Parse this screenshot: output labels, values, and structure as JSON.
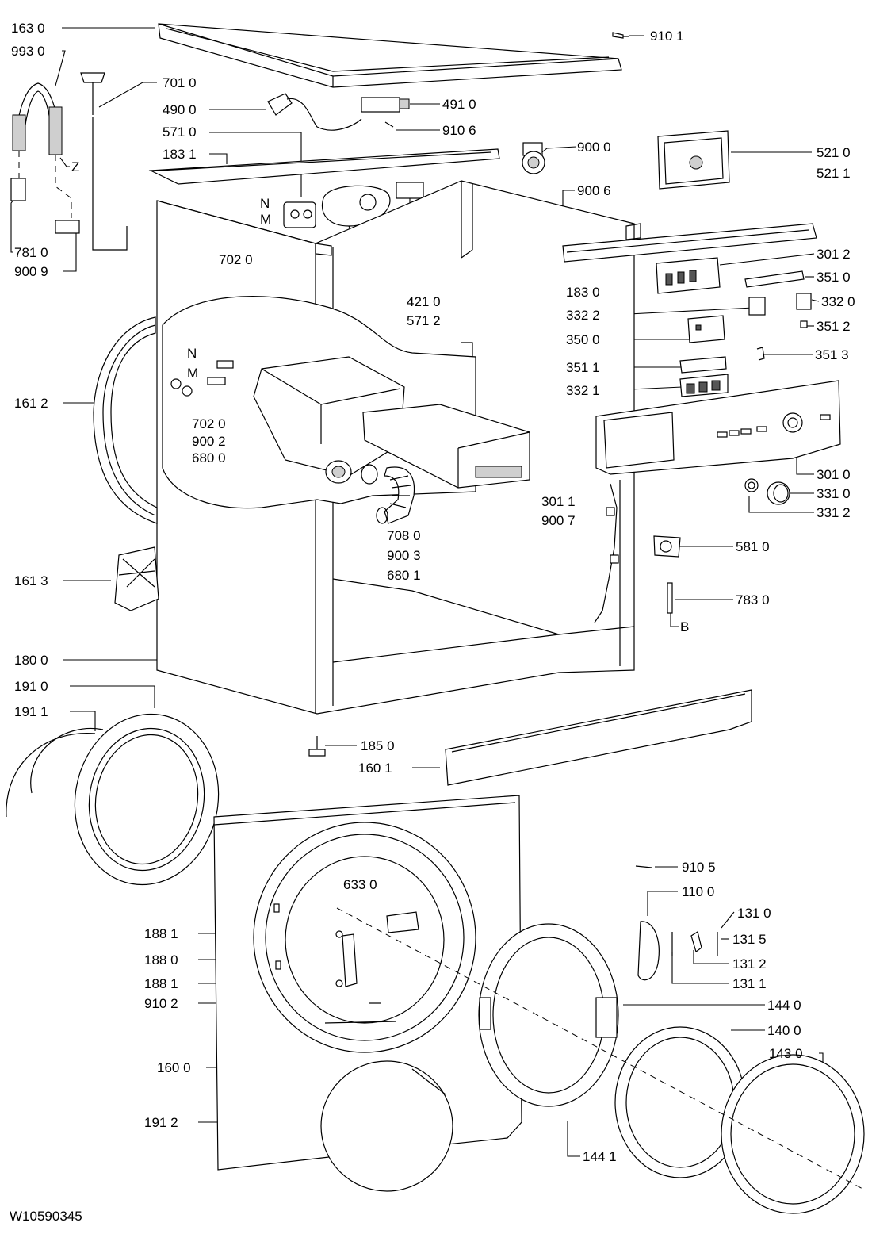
{
  "document_code": "W10590345",
  "callouts": {
    "c1630": "163 0",
    "c9930": "993 0",
    "c7010": "701 0",
    "c4900": "490 0",
    "c5710": "571 0",
    "c1831": "183 1",
    "c9101": "910 1",
    "c4910": "491 0",
    "c9106": "910 6",
    "c9000": "900 0",
    "c5210": "521 0",
    "c5211": "521 1",
    "c9006": "900 6",
    "cZ": "Z",
    "cN1": "N",
    "cM1": "M",
    "c7810": "781 0",
    "c9009": "900 9",
    "c7020a": "702 0",
    "c3012": "301 2",
    "c1830": "183 0",
    "c3510": "351 0",
    "c4210": "421 0",
    "c5712": "571 2",
    "c3322": "332 2",
    "c3320": "332 0",
    "c3512": "351 2",
    "c3500": "350 0",
    "c3513": "351 3",
    "c3511": "351 1",
    "c3321": "332 1",
    "cN2": "N",
    "cM2": "M",
    "c1612": "161 2",
    "c7020b": "702 0",
    "c9002": "900 2",
    "c6800": "680 0",
    "c3010": "301 0",
    "c3310": "331 0",
    "c3312": "331 2",
    "c3011": "301 1",
    "c9007": "900 7",
    "c7080": "708 0",
    "c9003": "900 3",
    "c6801": "680 1",
    "c5810": "581 0",
    "c1613": "161 3",
    "c7830": "783 0",
    "cB": "B",
    "c1800": "180 0",
    "c1910": "191 0",
    "c1911": "191 1",
    "c1850": "185 0",
    "c1601": "160 1",
    "c9105": "910 5",
    "c6330": "633 0",
    "c1100": "110 0",
    "c1310": "131 0",
    "c1881a": "188 1",
    "c1315": "131 5",
    "c1880": "188 0",
    "c1312": "131 2",
    "c1881b": "188 1",
    "c1311": "131 1",
    "c9102": "910 2",
    "c1440": "144 0",
    "c1400": "140 0",
    "c1600": "160 0",
    "c1430": "143 0",
    "c1912": "191 2",
    "c1441": "144 1"
  }
}
